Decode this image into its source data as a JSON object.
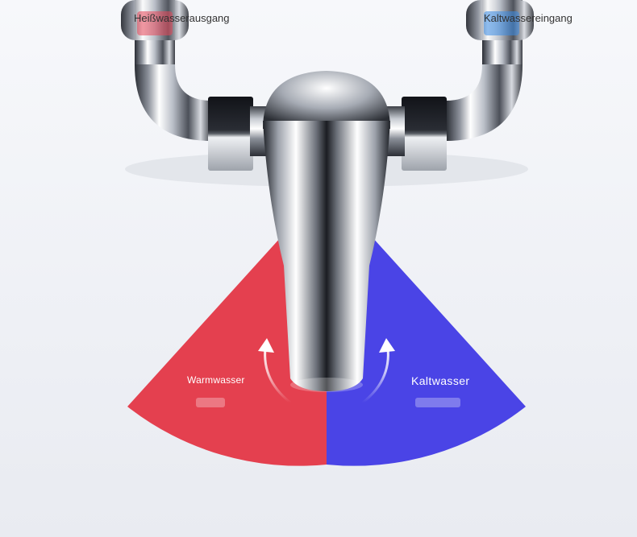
{
  "labels": {
    "hot_outlet": "Heißwasserausgang",
    "cold_inlet": "Kaltwassereingang",
    "warm_water": "Warmwasser",
    "cold_water": "Kaltwasser"
  },
  "colors": {
    "hot": "#e4404f",
    "cold": "#4a44e6",
    "chrome_light": "#ffffff",
    "chrome_dark": "#1c1e24",
    "background": "#f3f4f8"
  },
  "icons": {
    "hot_marker": "red-arrow-down-icon",
    "cold_marker": "blue-arrow-down-icon",
    "left_rotation": "curved-arrow-up-icon",
    "right_rotation": "curved-arrow-up-icon"
  }
}
